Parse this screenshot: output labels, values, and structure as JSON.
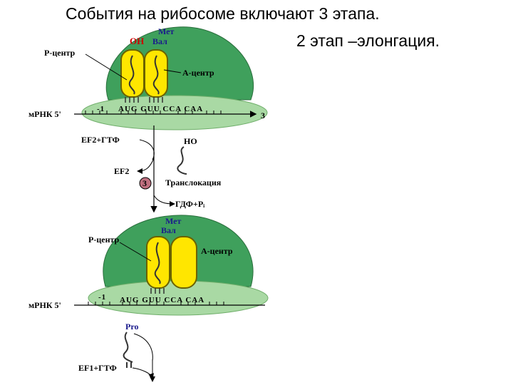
{
  "title": {
    "line1": "События на рибосоме включают 3 этапа.",
    "line2": "2 этап –элонгация."
  },
  "stage1": {
    "oh": "ОН",
    "met": "Мет",
    "val": "Вал",
    "p_center": "Р-центр",
    "a_center": "А-центр",
    "mrna": "мРНК 5'",
    "minus1": "-1",
    "codons": "AUG GUU CCA CAA",
    "three_prime": "3"
  },
  "transition": {
    "ef2_gtp": "EF2+ГТФ",
    "ho": "НО",
    "ef2": "EF2",
    "step_number": "3",
    "translocation": "Транслокация",
    "gdp_pi": "ГДФ+Рᵢ"
  },
  "stage2": {
    "met": "Мет",
    "val": "Вал",
    "p_center": "Р-центр",
    "a_center": "А-центр",
    "mrna": "мРНК 5'",
    "minus1": "-1",
    "codons": "AUG GUU CCA CAA",
    "pro": "Pro",
    "ef1_gtp": "EF1+ГТФ"
  },
  "colors": {
    "ribosome_large": "#3fa05c",
    "ribosome_small": "#a9d9a4",
    "trna_fill": "#ffe600",
    "trna_stroke": "#6b6200",
    "step_badge": "#c07080"
  }
}
